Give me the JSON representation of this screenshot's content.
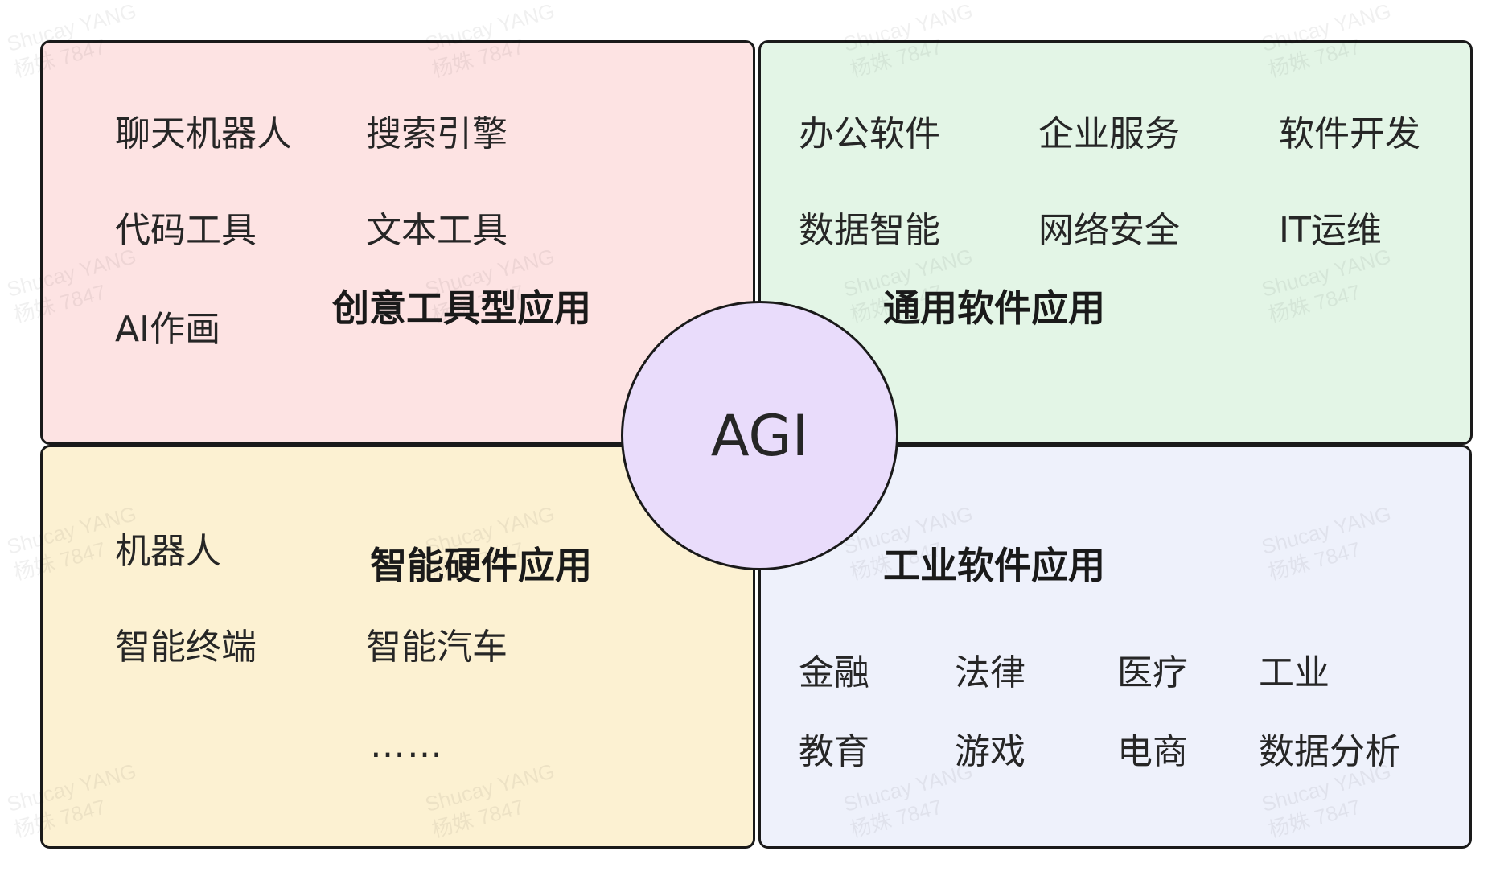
{
  "colors": {
    "creative_bg": "#fde3e3",
    "general_bg": "#e3f5e6",
    "hardware_bg": "#fcf1d2",
    "industry_bg": "#eef1fb",
    "center_bg": "#e9dcfb",
    "border": "#1a1a1a"
  },
  "center": {
    "label": "AGI"
  },
  "creative": {
    "title": "创意工具型应用",
    "items": [
      "聊天机器人",
      "搜索引擎",
      "代码工具",
      "文本工具",
      "AI作画"
    ]
  },
  "general": {
    "title": "通用软件应用",
    "items": [
      "办公软件",
      "企业服务",
      "软件开发",
      "数据智能",
      "网络安全",
      "IT运维"
    ]
  },
  "hardware": {
    "title": "智能硬件应用",
    "items": [
      "机器人",
      "智能终端",
      "智能汽车"
    ],
    "more": "……"
  },
  "industry": {
    "title": "工业软件应用",
    "items": [
      "金融",
      "法律",
      "医疗",
      "工业",
      "教育",
      "游戏",
      "电商",
      "数据分析"
    ]
  },
  "watermark": {
    "text": "Shucay YANG\n杨姝 7847"
  }
}
